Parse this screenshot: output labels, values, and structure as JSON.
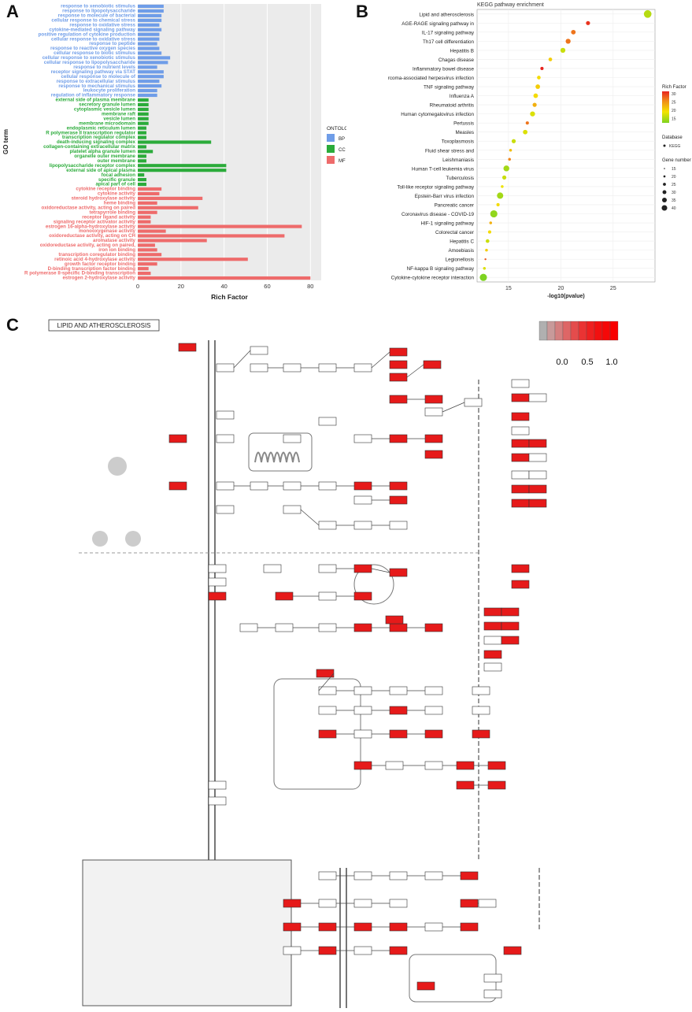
{
  "panels": {
    "a_letter": "A",
    "b_letter": "B",
    "c_letter": "C"
  },
  "chart_data": [
    {
      "type": "bar",
      "orientation": "horizontal",
      "xlabel": "Rich Factor",
      "ylabel": "GO term",
      "xlim": [
        0,
        85
      ],
      "xticks": [
        0,
        20,
        40,
        60,
        80
      ],
      "legend": {
        "title": "ONTOLOGY",
        "placement": "right",
        "entries": [
          {
            "name": "BP",
            "color": "#6f9de8"
          },
          {
            "name": "CC",
            "color": "#2bab3a"
          },
          {
            "name": "MF",
            "color": "#ee6b6b"
          }
        ]
      },
      "series": [
        {
          "name": "BP",
          "color": "#6f9de8",
          "categories": [
            "response to xenobiotic stimulus",
            "response to lipopolysaccharide",
            "response to molecule of bacterial",
            "cellular response to chemical stress",
            "response to oxidative stress",
            "cytokine-mediated signaling pathway",
            "positive regulation of cytokine production",
            "cellular response to oxidative stress",
            "response to peptide",
            "response to reactive oxygen species",
            "cellular response to biotic stimulus",
            "cellular response to xenobiotic stimulus",
            "cellular response to lipopolysaccharide",
            "response to nutrient levels",
            "receptor signaling pathway via STAT",
            "cellular response to molecule of",
            "response to extracellular stimulus",
            "response to mechanical stimulus",
            "leukocyte proliferation",
            "regulation of inflammatory response"
          ],
          "values": [
            12,
            12,
            11,
            11,
            10,
            11,
            10,
            10,
            9,
            10,
            11,
            15,
            14,
            9,
            12,
            12,
            10,
            11,
            9,
            9
          ]
        },
        {
          "name": "CC",
          "color": "#2bab3a",
          "categories": [
            "external side of plasma membrane",
            "secretory granule lumen",
            "cytoplasmic vesicle lumen",
            "membrane raft",
            "vesicle lumen",
            "membrane microdomain",
            "endoplasmic reticulum lumen",
            "R polymerase II transcription regulator",
            "transcription regulator complex",
            "death-inducing signaling complex",
            "collagen-containing extracellular matrix",
            "platelet alpha granule lumen",
            "organelle outer membrane",
            "outer membrane",
            "lipopolysaccharide receptor complex",
            "external side of apical plasma",
            "focal adhesion",
            "specific granule",
            "apical part of cell"
          ],
          "values": [
            5,
            5,
            5,
            5,
            5,
            5,
            4,
            4,
            4,
            34,
            4,
            7,
            4,
            4,
            41,
            41,
            3,
            4,
            4
          ]
        },
        {
          "name": "MF",
          "color": "#ee6b6b",
          "categories": [
            "cytokine receptor binding",
            "cytokine activity",
            "steroid hydroxylase activity",
            "heme binding",
            "oxidoreductase activity, acting on paired",
            "tetrapyrrole binding",
            "receptor ligand activity",
            "signaling receptor activator activity",
            "estrogen 16-alpha-hydroxylase activity",
            "monooxygenase activity",
            "oxidoreductase activity, acting on CH",
            "aromatase activity",
            "oxidoreductase activity, acting on paired,",
            "iron ion binding",
            "transcription coregulator binding",
            "retinoic acid 4-hydroxylase activity",
            "growth factor receptor binding",
            "D-binding transcription factor binding",
            "R polymerase II-specific D-binding transcription",
            "estrogen 2-hydroxylase activity"
          ],
          "values": [
            11,
            10,
            30,
            9,
            28,
            9,
            6,
            6,
            76,
            13,
            68,
            32,
            8,
            9,
            11,
            51,
            9,
            5,
            6,
            80
          ]
        }
      ]
    },
    {
      "type": "scatter",
      "title": "KEGG pathway enrichment",
      "xlabel": "-log10(pvalue)",
      "ylabel": "",
      "xlim": [
        12,
        29
      ],
      "xticks": [
        15,
        20,
        25
      ],
      "color_legend": {
        "title": "Rich Factor",
        "ticks": [
          30,
          25,
          20,
          15
        ],
        "range": [
          12,
          31
        ],
        "colors": [
          "#7ed321",
          "#f4e400",
          "#f08a1a",
          "#e8231f"
        ]
      },
      "database_legend": {
        "title": "Database",
        "entries": [
          "KEGG"
        ]
      },
      "size_legend": {
        "title": "Gene number",
        "entries": [
          15,
          20,
          25,
          30,
          35,
          40
        ]
      },
      "categories": [
        "Lipid and atherosclerosis",
        "AGE-RAGE signaling pathway in",
        "IL-17 signaling pathway",
        "Th17 cell differentiation",
        "Hepatitis B",
        "Chagas disease",
        "Inflammatory bowel disease",
        "rcoma-associated herpesvirus infection",
        "TNF signaling pathway",
        "Influenza A",
        "Rheumatoid arthritis",
        "Human cytomegalovirus infection",
        "Pertussis",
        "Measles",
        "Toxoplasmosis",
        "Fluid shear stress and",
        "Leishmaniasis",
        "Human T-cell leukemia virus",
        "Tuberculosis",
        "Toll-like receptor signaling pathway",
        "Epstein-Barr virus infection",
        "Pancreatic cancer",
        "Coronavirus disease - COVID-19",
        "HIF-1 signaling pathway",
        "Colorectal cancer",
        "Hepatitis C",
        "Amoebiasis",
        "Legionellosis",
        "NF-kappa B signaling pathway",
        "Cytokine-cytokine receptor interaction"
      ],
      "x": [
        28.3,
        22.6,
        21.2,
        20.7,
        20.2,
        19.0,
        18.2,
        17.9,
        17.8,
        17.6,
        17.5,
        17.3,
        16.8,
        16.6,
        15.5,
        15.2,
        15.1,
        14.8,
        14.6,
        14.4,
        14.2,
        14.0,
        13.6,
        13.3,
        13.2,
        13.0,
        12.9,
        12.8,
        12.7,
        12.6
      ],
      "rich_factor": [
        15,
        30,
        26,
        26,
        16,
        20,
        31,
        19,
        20,
        19,
        22,
        17,
        26,
        17,
        16,
        21,
        25,
        14,
        16,
        18,
        14,
        19,
        13,
        22,
        19,
        16,
        20,
        28,
        17,
        12
      ],
      "gene_number": [
        23,
        15,
        16,
        17,
        17,
        14,
        13,
        14,
        16,
        16,
        15,
        17,
        13,
        16,
        15,
        12,
        12,
        19,
        15,
        12,
        20,
        13,
        22,
        12,
        13,
        14,
        12,
        10,
        12,
        22
      ]
    }
  ],
  "pathway": {
    "image_label": "LIPID AND ATHEROSCLEROSIS",
    "scale_ticks": [
      "0.0",
      "0.5",
      "1.0"
    ],
    "scale_colors": [
      "#b0b0b0",
      "#c89a9a",
      "#d48080",
      "#de6666",
      "#e44c4c",
      "#ea3333",
      "#ee2020",
      "#f21010",
      "#f50808",
      "#f80000"
    ]
  }
}
